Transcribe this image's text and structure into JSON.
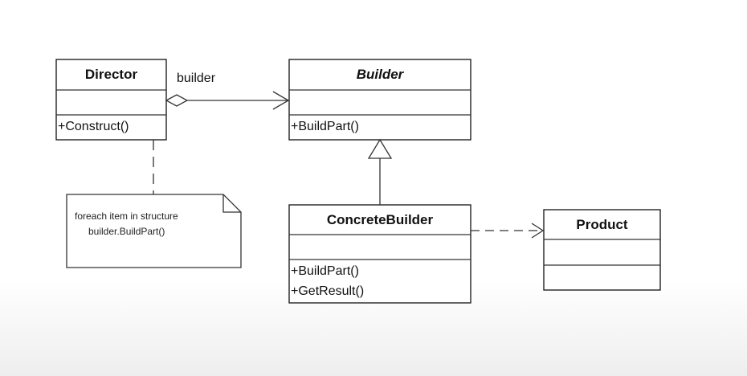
{
  "classes": {
    "director": {
      "name": "Director",
      "operations": [
        "+Construct()"
      ]
    },
    "builder": {
      "name": "Builder",
      "operations": [
        "+BuildPart()"
      ]
    },
    "concrete_builder": {
      "name": "ConcreteBuilder",
      "operations": [
        "+BuildPart()",
        "+GetResult()"
      ]
    },
    "product": {
      "name": "Product",
      "operations": []
    }
  },
  "associations": {
    "director_builder_label": "builder"
  },
  "note": {
    "line1": "foreach item in structure",
    "line2": "builder.BuildPart()"
  }
}
